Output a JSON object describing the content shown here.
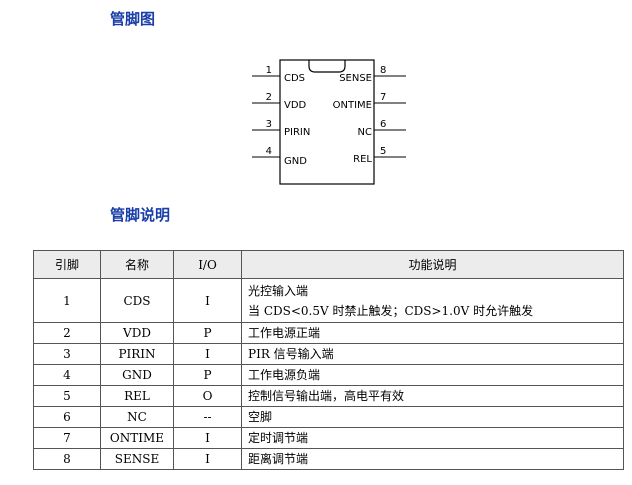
{
  "headings": {
    "pinout": "管脚图",
    "description": "管脚说明"
  },
  "ic": {
    "left_pins": [
      {
        "number": "1",
        "name": "CDS"
      },
      {
        "number": "2",
        "name": "VDD"
      },
      {
        "number": "3",
        "name": "PIRIN"
      },
      {
        "number": "4",
        "name": "GND"
      }
    ],
    "right_pins": [
      {
        "number": "8",
        "name": "SENSE"
      },
      {
        "number": "7",
        "name": "ONTIME"
      },
      {
        "number": "6",
        "name": "NC"
      },
      {
        "number": "5",
        "name": "REL"
      }
    ]
  },
  "table": {
    "headers": [
      "引脚",
      "名称",
      "I/O",
      "功能说明"
    ],
    "rows": [
      {
        "pin": "1",
        "name": "CDS",
        "io": "I",
        "desc": [
          "光控输入端",
          "当 CDS<0.5V 时禁止触发；CDS>1.0V 时允许触发"
        ]
      },
      {
        "pin": "2",
        "name": "VDD",
        "io": "P",
        "desc": [
          "工作电源正端"
        ]
      },
      {
        "pin": "3",
        "name": "PIRIN",
        "io": "I",
        "desc": [
          "PIR 信号输入端"
        ]
      },
      {
        "pin": "4",
        "name": "GND",
        "io": "P",
        "desc": [
          "工作电源负端"
        ]
      },
      {
        "pin": "5",
        "name": "REL",
        "io": "O",
        "desc": [
          "控制信号输出端，高电平有效"
        ]
      },
      {
        "pin": "6",
        "name": "NC",
        "io": "--",
        "desc": [
          "空脚"
        ]
      },
      {
        "pin": "7",
        "name": "ONTIME",
        "io": "I",
        "desc": [
          "定时调节端"
        ]
      },
      {
        "pin": "8",
        "name": "SENSE",
        "io": "I",
        "desc": [
          "距离调节端"
        ]
      }
    ]
  }
}
